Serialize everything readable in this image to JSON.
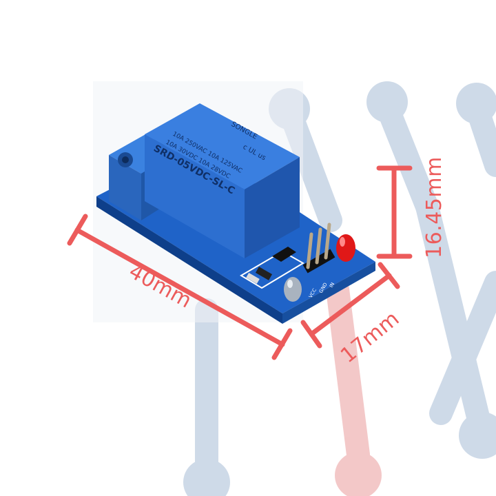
{
  "colors": {
    "dimension": "#ec5b5b",
    "watermark_blue": "#c9d6e6",
    "watermark_red": "#f2c3c3",
    "relay_blue": "#2d6fd0",
    "pcb_blue": "#1f63c8",
    "header_pins": "#b9a889",
    "led_red": "#e01818",
    "led_clear": "#a9b3bf"
  },
  "dimensions": {
    "length": "40mm",
    "width": "17mm",
    "height": "16.45mm"
  },
  "relay_markings": {
    "brand": "SONGLE",
    "line1": "10A 250VAC  10A 125VAC",
    "line2": "10A 30VDC   10A 28VDC",
    "model": "SRD-05VDC-SL-C",
    "cert": "c UL us"
  },
  "pin_labels": [
    "VCC",
    "GND",
    "IN"
  ]
}
